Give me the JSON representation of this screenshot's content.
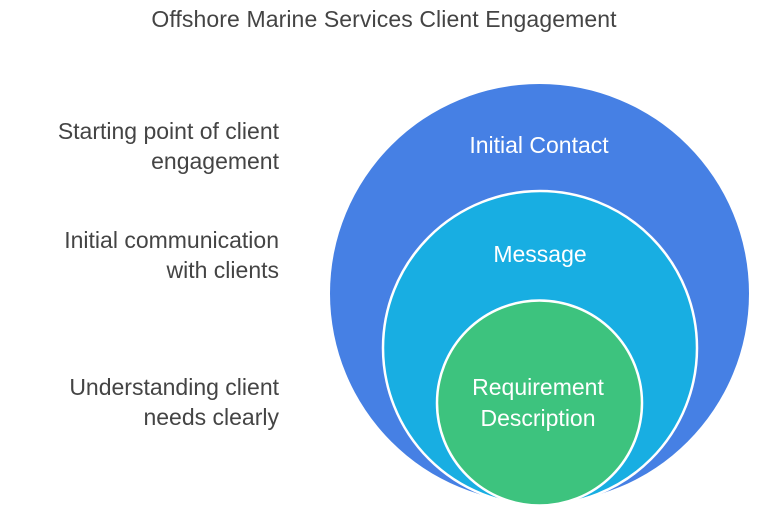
{
  "title": "Offshore Marine Services Client Engagement",
  "layers": [
    {
      "label_lines": [
        "Initial Contact"
      ],
      "description_lines": [
        "Starting point of client",
        "engagement"
      ],
      "color": "#4680E4"
    },
    {
      "label_lines": [
        "Message"
      ],
      "description_lines": [
        "Initial communication",
        "with clients"
      ],
      "color": "#18AEE2"
    },
    {
      "label_lines": [
        "Requirement",
        "Description"
      ],
      "description_lines": [
        "Understanding client",
        "needs clearly"
      ],
      "color": "#3DC37E"
    }
  ],
  "colors": {
    "text": "#444444",
    "label_text": "#FFFFFF",
    "ring_stroke": "#FFFFFF"
  }
}
